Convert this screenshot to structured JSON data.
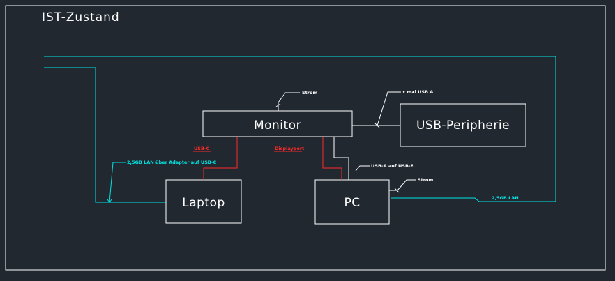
{
  "title": "IST-Zustand",
  "boxes": {
    "monitor": "Monitor",
    "usb_peripherie": "USB-Peripherie",
    "laptop": "Laptop",
    "pc": "PC"
  },
  "labels": {
    "strom_monitor": "Strom",
    "x_mal_usb_a": "x mal USB A",
    "usb_c": "USB-C",
    "displayport": "Displayport",
    "lan_adapter": "2,5GB LAN über Adapter auf USB-C",
    "usb_a_auf_usb_b": "USB-A auf USB-B",
    "strom_pc": "Strom",
    "lan_pc": "2,5GB LAN"
  },
  "colors": {
    "background": "#212830",
    "frame": "#ffffff",
    "lan": "#00e5e5",
    "video": "#ff2a2a",
    "usb": "#ffffff"
  }
}
